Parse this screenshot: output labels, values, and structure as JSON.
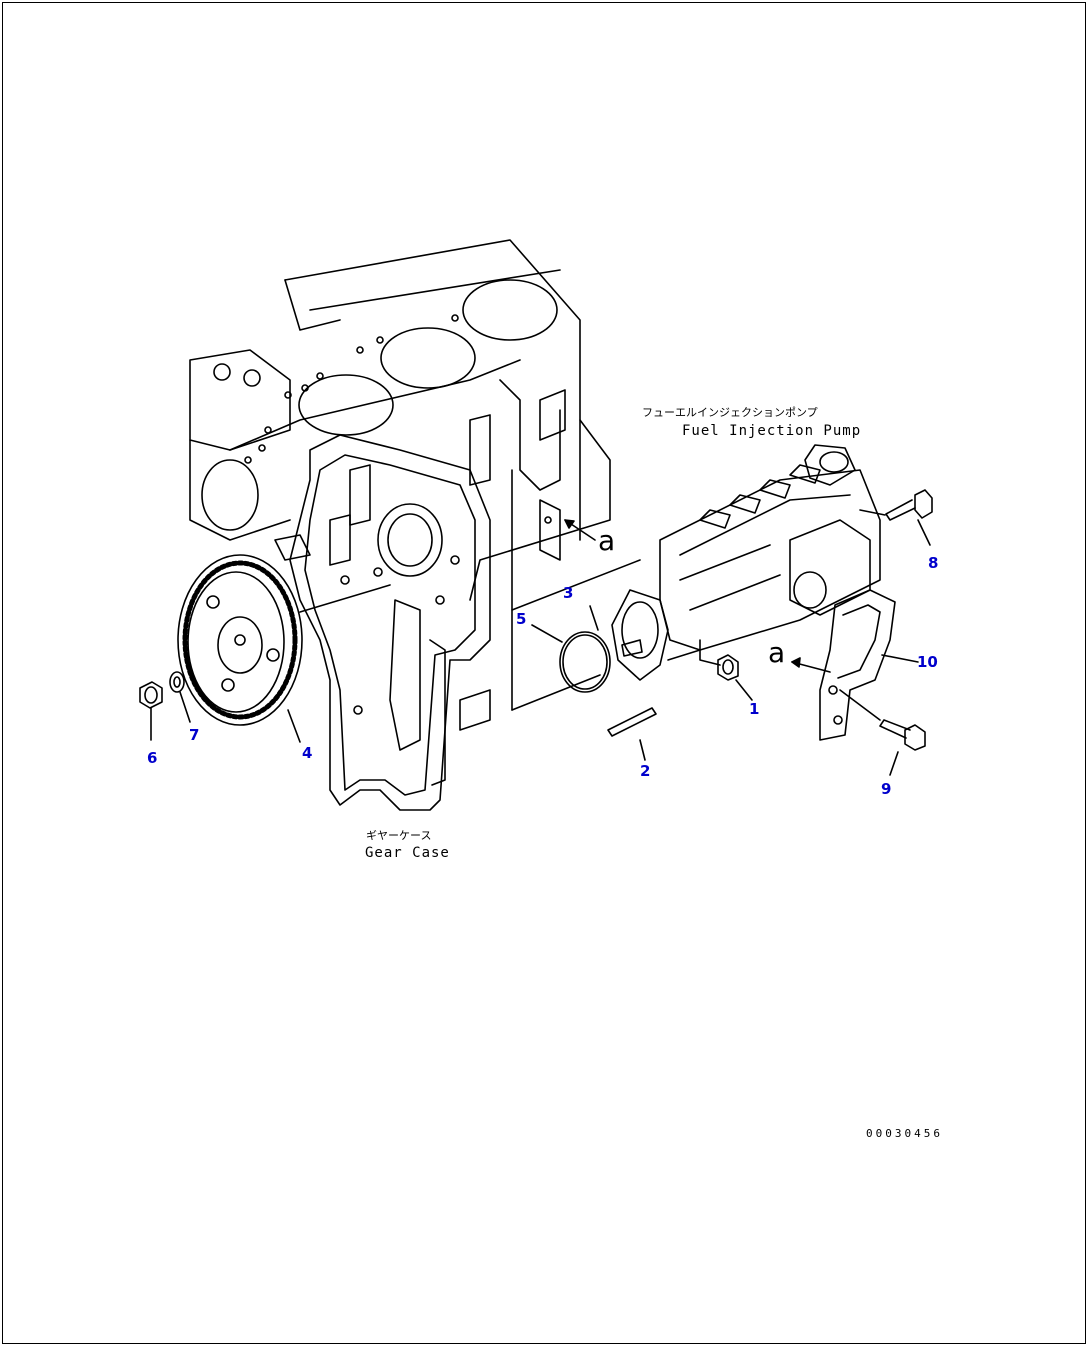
{
  "colors": {
    "callout": "#0000cc",
    "line": "#000000",
    "background": "#ffffff"
  },
  "captions": {
    "pump_jp": "フューエルインジェクションポンプ",
    "pump_en": "Fuel Injection Pump",
    "gear_case_jp": "ギヤーケース",
    "gear_case_en": "Gear Case"
  },
  "reference_mark": "a",
  "callouts": {
    "1": "1",
    "2": "2",
    "3": "3",
    "4": "4",
    "5": "5",
    "6": "6",
    "7": "7",
    "8": "8",
    "9": "9",
    "10": "10"
  },
  "drawing_code": "00030456"
}
